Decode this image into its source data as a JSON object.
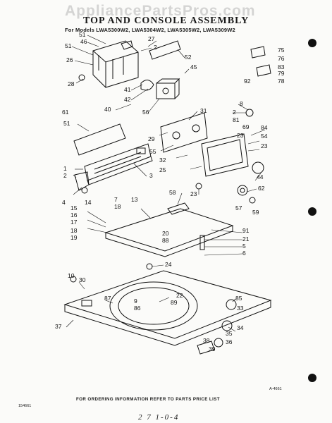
{
  "watermark": "AppliancePartsPros.com",
  "title": "TOP AND CONSOLE ASSEMBLY",
  "subtitle": "For Models LWA5300W2, LWA5304W2, LWA5305W2, LWA5309W2",
  "footer": "FOR ORDERING INFORMATION REFER TO PARTS PRICE LIST",
  "diagram_code": "A-4661",
  "page_code": "154661",
  "handwritten": "2 7 1-0-4",
  "colors": {
    "ink": "#111111",
    "paper": "#fbfbf9",
    "watermark": "#b4b4b4"
  },
  "labels": [
    "51",
    "46",
    "27",
    "2",
    "51",
    "26",
    "52",
    "45",
    "28",
    "75",
    "76",
    "83",
    "79",
    "92",
    "78",
    "41",
    "42",
    "40",
    "56",
    "8",
    "2",
    "31",
    "81",
    "51",
    "69",
    "84",
    "29",
    "23",
    "54",
    "55",
    "32",
    "23",
    "61",
    "1",
    "2",
    "4",
    "3",
    "25",
    "23",
    "44",
    "62",
    "57",
    "59",
    "58",
    "7",
    "13",
    "18",
    "14",
    "15",
    "16",
    "17",
    "18",
    "19",
    "20",
    "88",
    "91",
    "21",
    "5",
    "6",
    "24",
    "10",
    "30",
    "22",
    "87",
    "9",
    "89",
    "86",
    "85",
    "33",
    "34",
    "38",
    "35",
    "36",
    "39",
    "37",
    "22"
  ]
}
